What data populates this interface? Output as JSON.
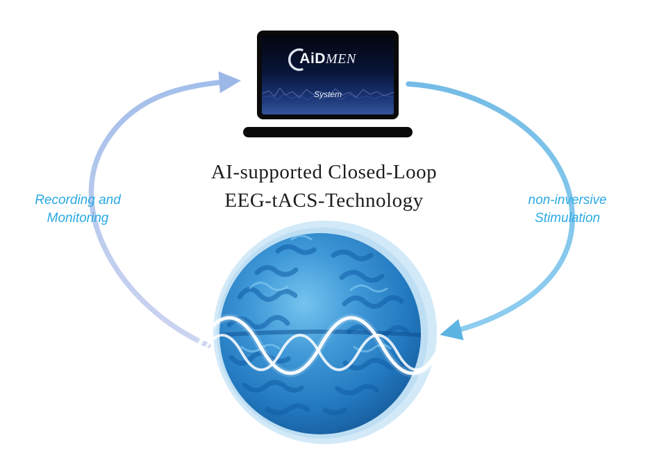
{
  "title": {
    "line1": "AI-supported Closed-Loop",
    "line2": "EEG-tACS-Technology"
  },
  "labels": {
    "left": {
      "line1": "Recording and",
      "line2": "Monitoring"
    },
    "right": {
      "line1": "non-inversive",
      "line2": "Stimulation"
    }
  },
  "laptop": {
    "logo_prefix": "AiD",
    "logo_suffix": "MEN",
    "screen_subtitle": "System"
  },
  "colors": {
    "accent_text": "#29a9e2",
    "left_arrow": "#b3c7ec",
    "right_arrow": "#7fc3ea",
    "brain_blue": "#2e86c8",
    "laptop_black": "#0a0a0a"
  }
}
